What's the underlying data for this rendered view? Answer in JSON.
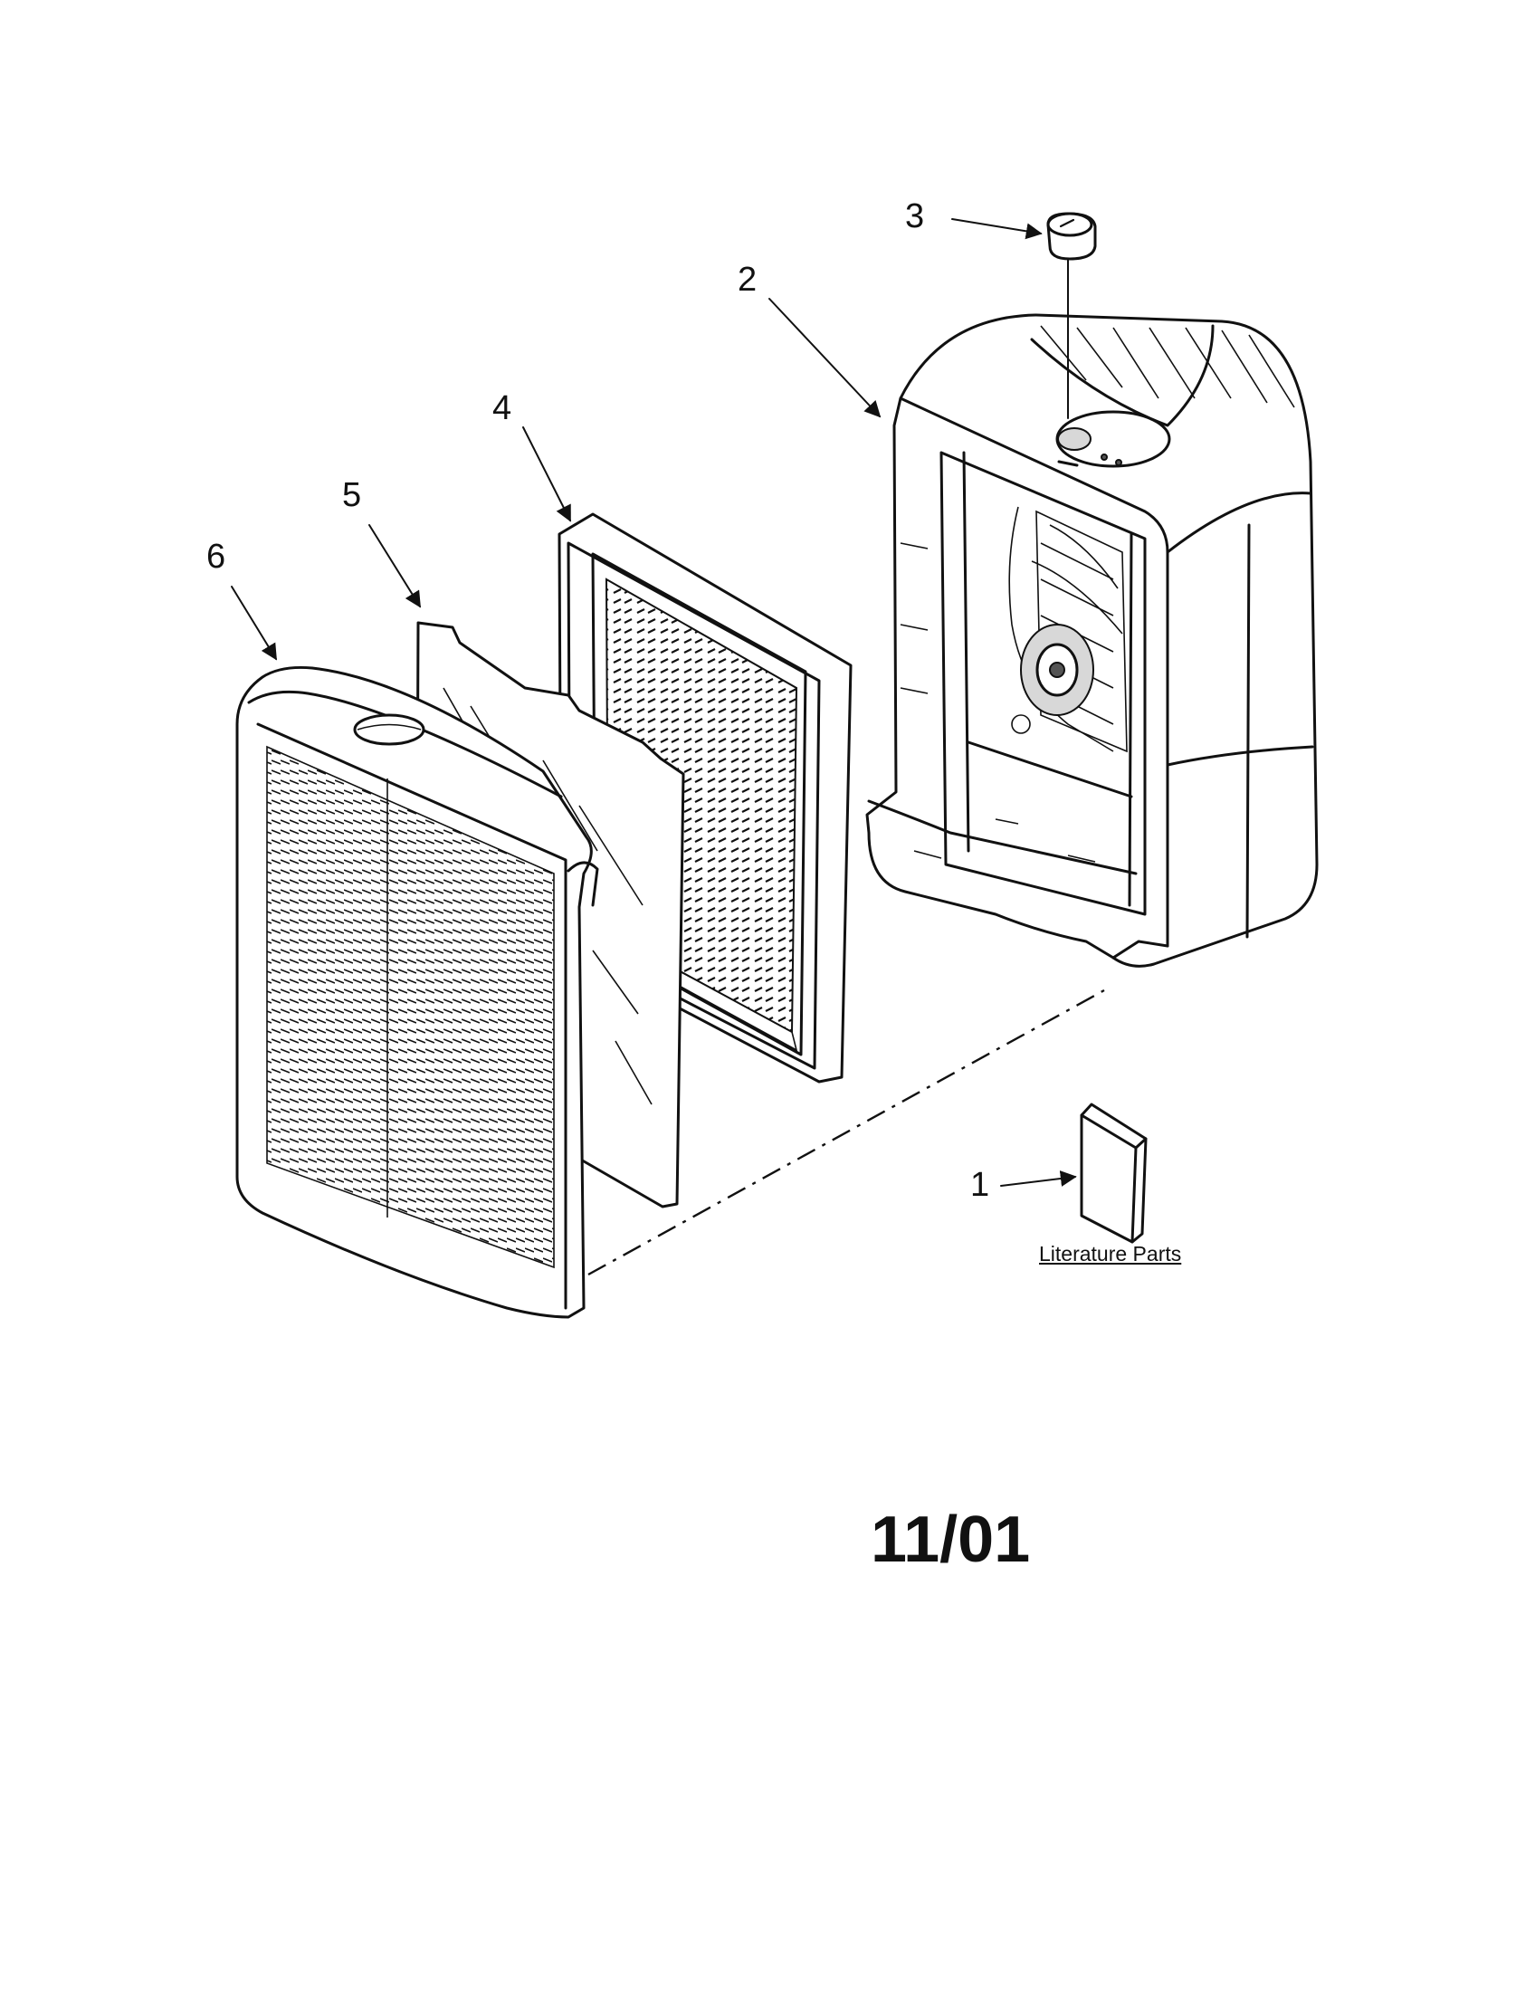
{
  "diagram": {
    "callouts": [
      {
        "id": "1",
        "label": "1"
      },
      {
        "id": "2",
        "label": "2"
      },
      {
        "id": "3",
        "label": "3"
      },
      {
        "id": "4",
        "label": "4"
      },
      {
        "id": "5",
        "label": "5"
      },
      {
        "id": "6",
        "label": "6"
      }
    ],
    "literature_label": "Literature Parts",
    "date_code": "11/01"
  },
  "colors": {
    "line": "#111111",
    "background": "#ffffff"
  }
}
